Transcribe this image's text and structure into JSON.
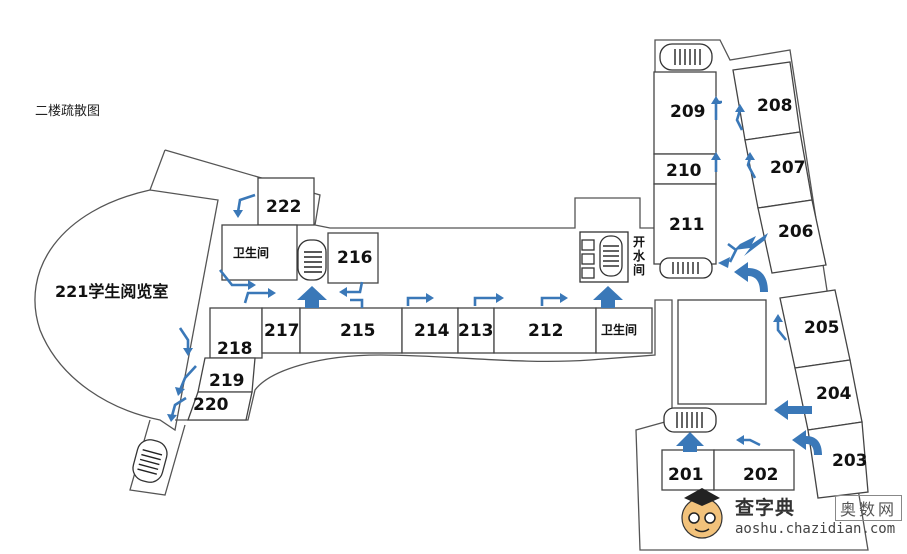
{
  "title": "二楼疏散图",
  "rooms": {
    "r201": "201",
    "r202": "202",
    "r203": "203",
    "r204": "204",
    "r205": "205",
    "r206": "206",
    "r207": "207",
    "r208": "208",
    "r209": "209",
    "r210": "210",
    "r211": "211",
    "r212": "212",
    "r213": "213",
    "r214": "214",
    "r215": "215",
    "r216": "216",
    "r217": "217",
    "r218": "218",
    "r219": "219",
    "r220": "220",
    "r221": "221学生阅览室",
    "r222": "222"
  },
  "labels": {
    "toilet_left": "卫生间",
    "toilet_right": "卫生间",
    "water": [
      "开",
      "水",
      "间"
    ]
  },
  "watermark": {
    "brand": "查字典",
    "brand2": "奥数网",
    "url": "aoshu.chazidian.com"
  }
}
